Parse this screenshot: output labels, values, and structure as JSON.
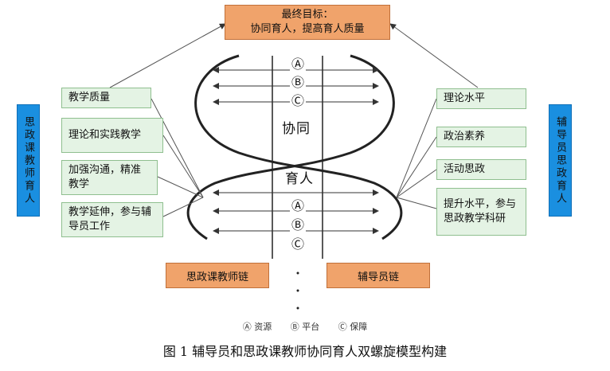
{
  "goal": {
    "line1": "最终目标：",
    "line2": "协同育人，提高育人质量"
  },
  "left_label": "思政课教师育人",
  "right_label": "辅导员思政育人",
  "left_boxes": [
    "教学质量",
    "理论和实践教学",
    "加强沟通，精准教学",
    "教学延伸，参与辅导员工作"
  ],
  "right_boxes": [
    "理论水平",
    "政治素养",
    "活动思政",
    "提升水平，参与思政教学科研"
  ],
  "center": {
    "top": "协同",
    "bottom": "育人"
  },
  "markers": {
    "a": "Ⓐ",
    "b": "Ⓑ",
    "c": "Ⓒ"
  },
  "chains": {
    "left": "思政课教师链",
    "right": "辅导员链"
  },
  "legend": {
    "a": "Ⓐ 资源",
    "b": "Ⓑ 平台",
    "c": "Ⓒ 保障"
  },
  "caption": "图 1  辅导员和思政课教师协同育人双螺旋模型构建"
}
